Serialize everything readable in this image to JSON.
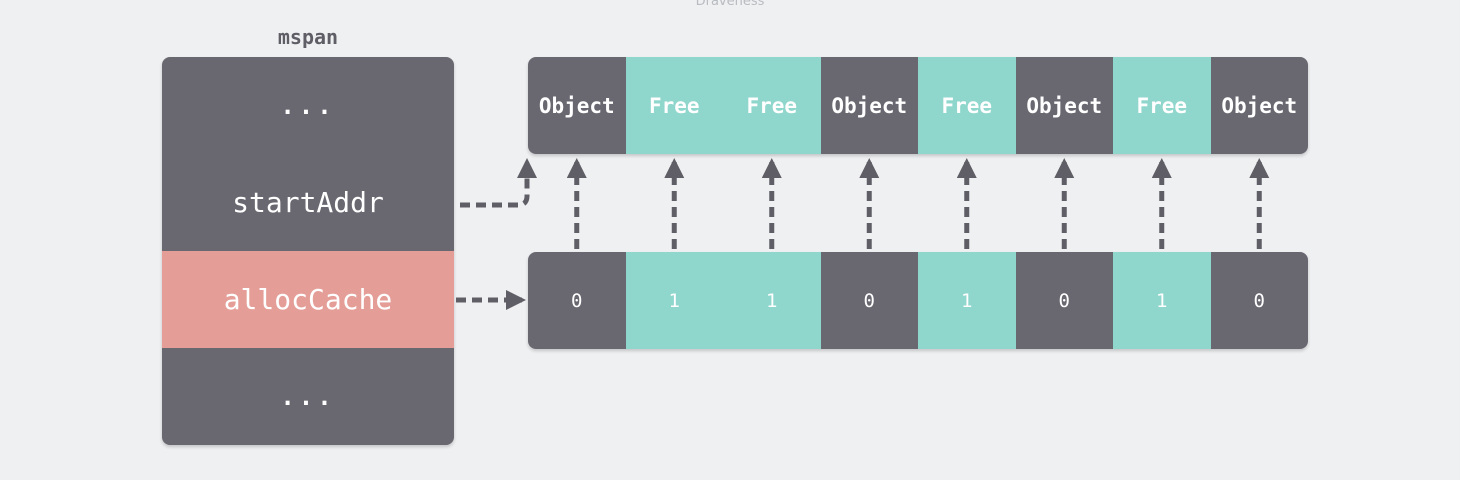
{
  "header_text": "Draveness",
  "mspan": {
    "title": "mspan",
    "cells": [
      {
        "label": "...",
        "highlight": false
      },
      {
        "label": "startAddr",
        "highlight": false
      },
      {
        "label": "allocCache",
        "highlight": true
      },
      {
        "label": "...",
        "highlight": false
      }
    ]
  },
  "objects": [
    "Object",
    "Free",
    "Free",
    "Object",
    "Free",
    "Object",
    "Free",
    "Object"
  ],
  "alloc_bits": [
    "0",
    "1",
    "1",
    "0",
    "1",
    "0",
    "1",
    "0"
  ],
  "colors": {
    "background": "#eff0f2",
    "dark_cell": "#69676f",
    "free_cell": "#8fd6cd",
    "highlight": "#e49e97",
    "arrow": "#5f5e66"
  }
}
